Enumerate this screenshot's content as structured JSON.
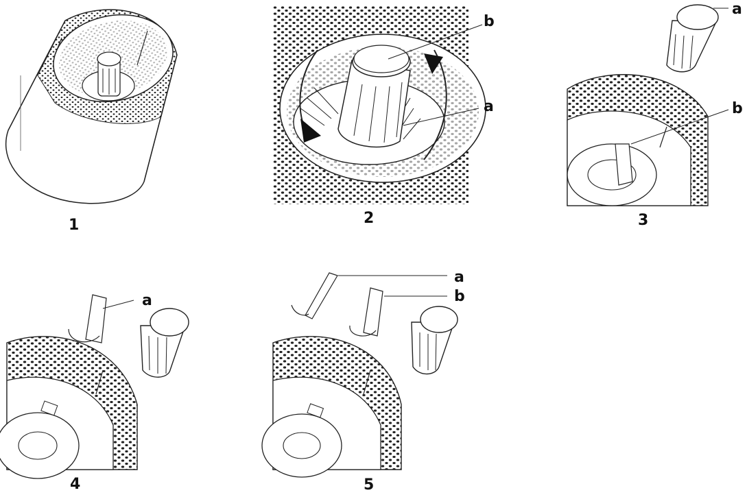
{
  "figures": [
    {
      "step": "1",
      "callouts": []
    },
    {
      "step": "2",
      "callouts": [
        "b",
        "a"
      ]
    },
    {
      "step": "3",
      "callouts": [
        "a",
        "b"
      ]
    },
    {
      "step": "4",
      "callouts": [
        "a"
      ]
    },
    {
      "step": "5",
      "callouts": [
        "a",
        "b"
      ]
    }
  ]
}
